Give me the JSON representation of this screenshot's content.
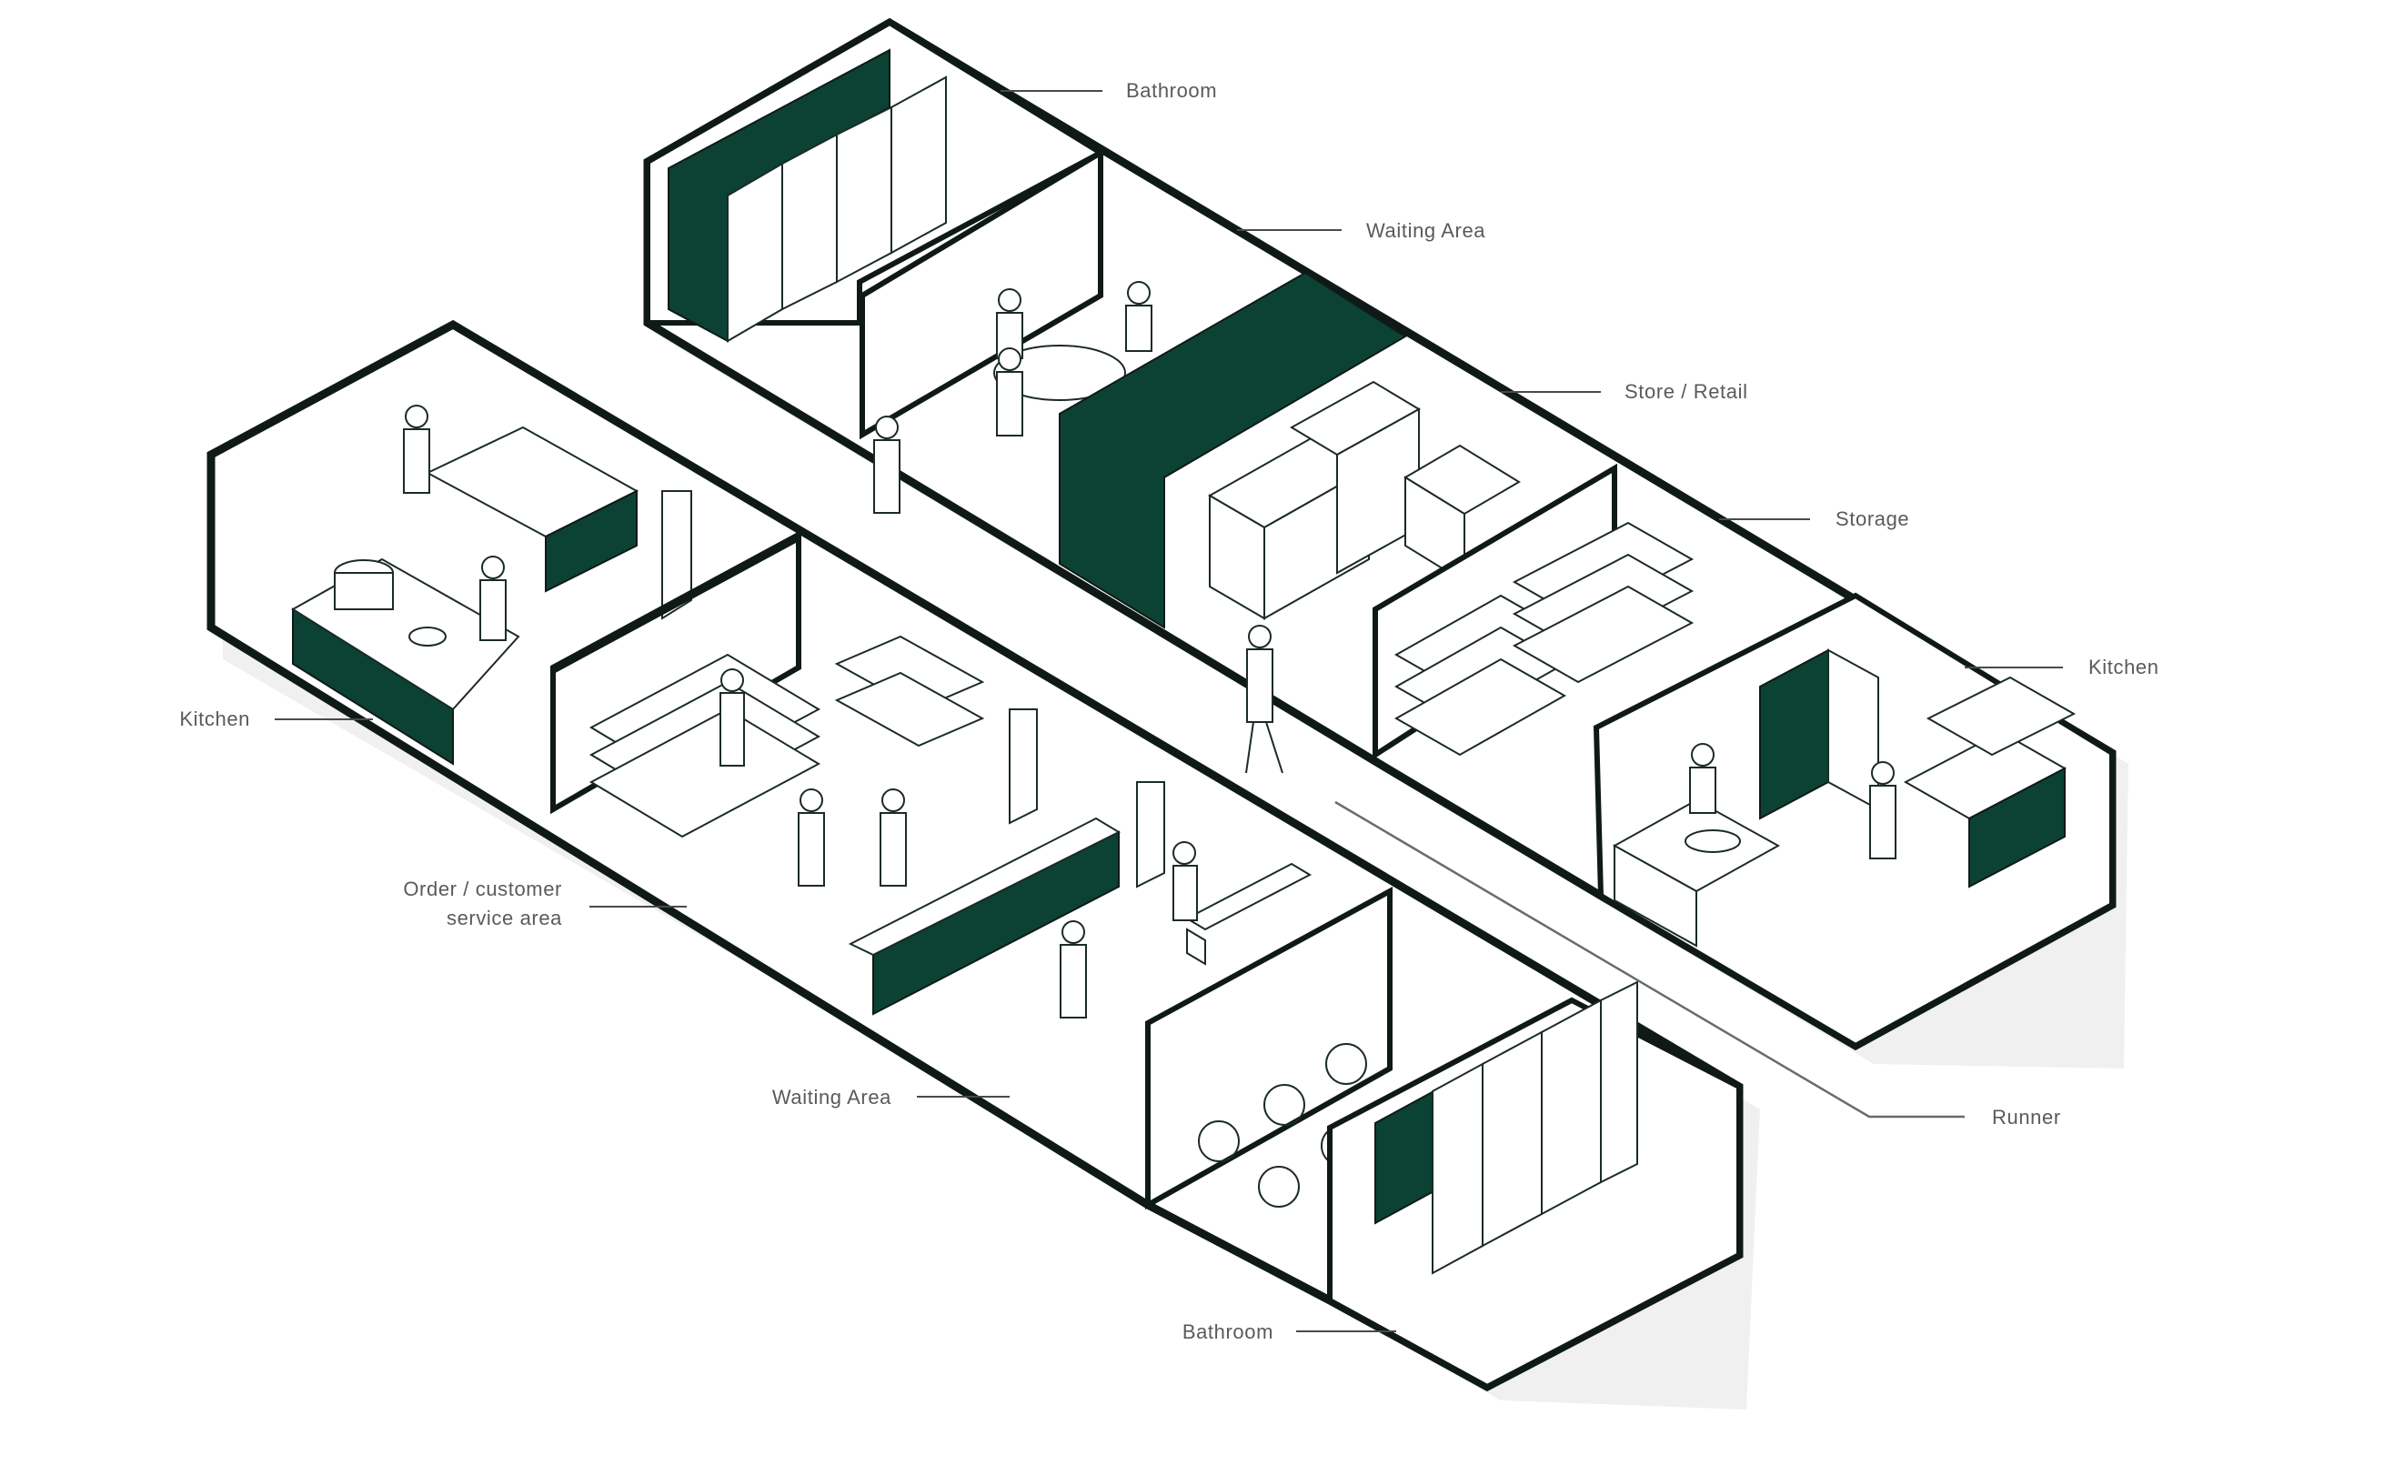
{
  "diagram": {
    "labels": {
      "bathroom_top": "Bathroom",
      "waiting_top": "Waiting Area",
      "store_retail": "Store / Retail",
      "storage": "Storage",
      "kitchen_right": "Kitchen",
      "kitchen_left": "Kitchen",
      "order_line1": "Order / customer",
      "order_line2": "service area",
      "waiting_bottom": "Waiting Area",
      "runner": "Runner",
      "bathroom_bottom": "Bathroom"
    },
    "colors": {
      "accent": "#0b4234",
      "outline": "#0f1a16",
      "label": "#5a5a5a",
      "background": "#ffffff"
    }
  }
}
